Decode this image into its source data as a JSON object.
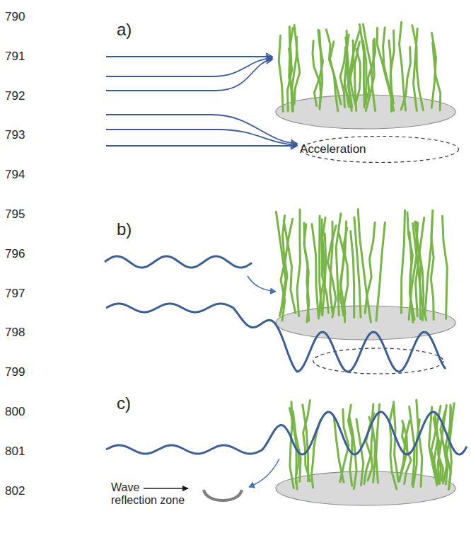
{
  "diagram": {
    "nodes": [
      {
        "text": [
          "Acceleration"
        ]
      }
    ],
    "labels": [
      "790",
      "791",
      "792",
      "793",
      "794",
      "795",
      "796",
      "797",
      "798",
      "799",
      "800",
      "801",
      "802",
      "a)",
      "b)",
      "c)",
      "Wave reflection zone"
    ]
  }
}
